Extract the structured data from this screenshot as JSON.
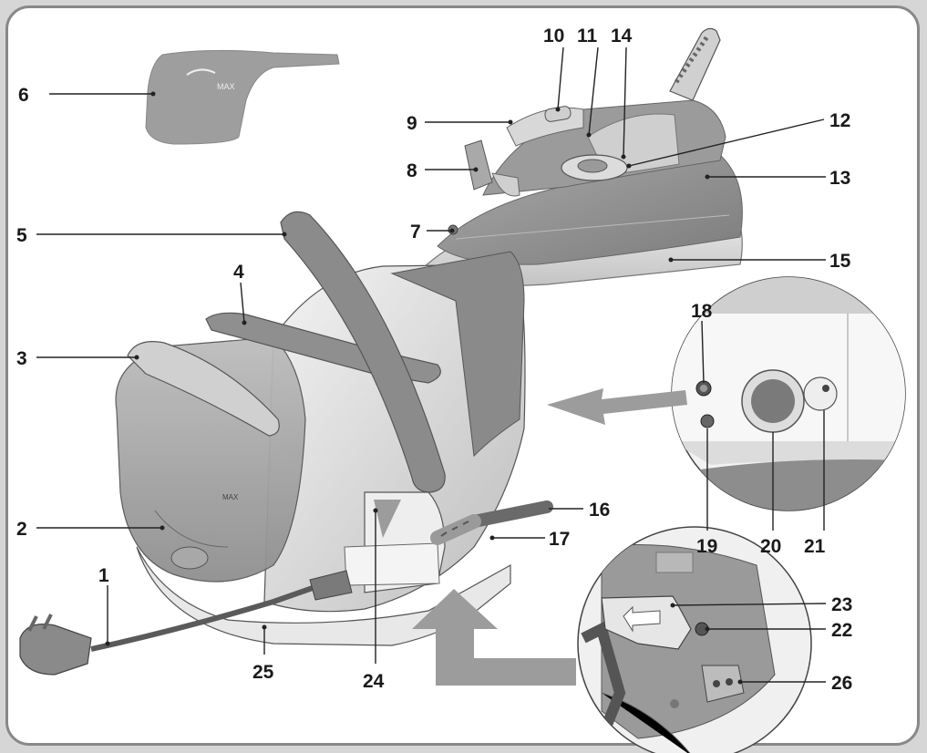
{
  "callouts": {
    "c1": "1",
    "c2": "2",
    "c3": "3",
    "c4": "4",
    "c5": "5",
    "c6": "6",
    "c7": "7",
    "c8": "8",
    "c9": "9",
    "c10": "10",
    "c11": "11",
    "c12": "12",
    "c13": "13",
    "c14": "14",
    "c15": "15",
    "c16": "16",
    "c17": "17",
    "c18": "18",
    "c19": "19",
    "c20": "20",
    "c21": "21",
    "c22": "22",
    "c23": "23",
    "c24": "24",
    "c25": "25",
    "c26": "26"
  },
  "labels": {
    "max_cup": "MAX",
    "max_tank": "MAX"
  },
  "colors": {
    "body_grey": "#9a9a9a",
    "light_grey": "#cfcfcf",
    "pale": "#ececec",
    "dark_grey": "#6e6e6e",
    "arrow_grey": "#9c9c9c"
  },
  "icons": {
    "arrow_to_panel": "arrow-left-icon",
    "arrow_to_base": "arrow-up-bent-icon"
  }
}
